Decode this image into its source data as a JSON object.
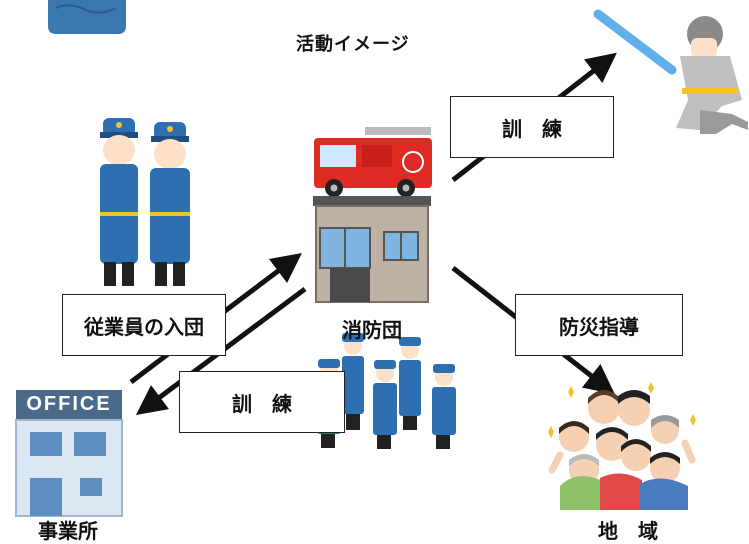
{
  "title": "活動イメージ",
  "nodes": {
    "fire_brigade": "消防団",
    "office": "事業所",
    "region": "地　域"
  },
  "edges": {
    "training_top": "訓　練",
    "disaster_guidance": "防災指導",
    "employee_join": "従業員の入団",
    "training_office": "訓　練"
  },
  "office_sign": "OFFICE"
}
